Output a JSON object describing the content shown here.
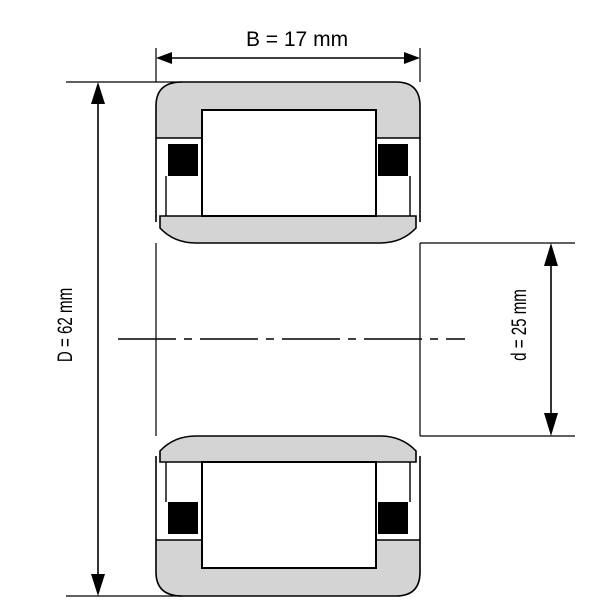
{
  "dimensions": {
    "width_label": "B = 17 mm",
    "outer_diameter_label": "D = 62 mm",
    "inner_diameter_label": "d = 25 mm"
  },
  "colors": {
    "ring_fill": "#d4d4d4",
    "line": "#000000",
    "cage": "#000000",
    "background": "#ffffff"
  }
}
